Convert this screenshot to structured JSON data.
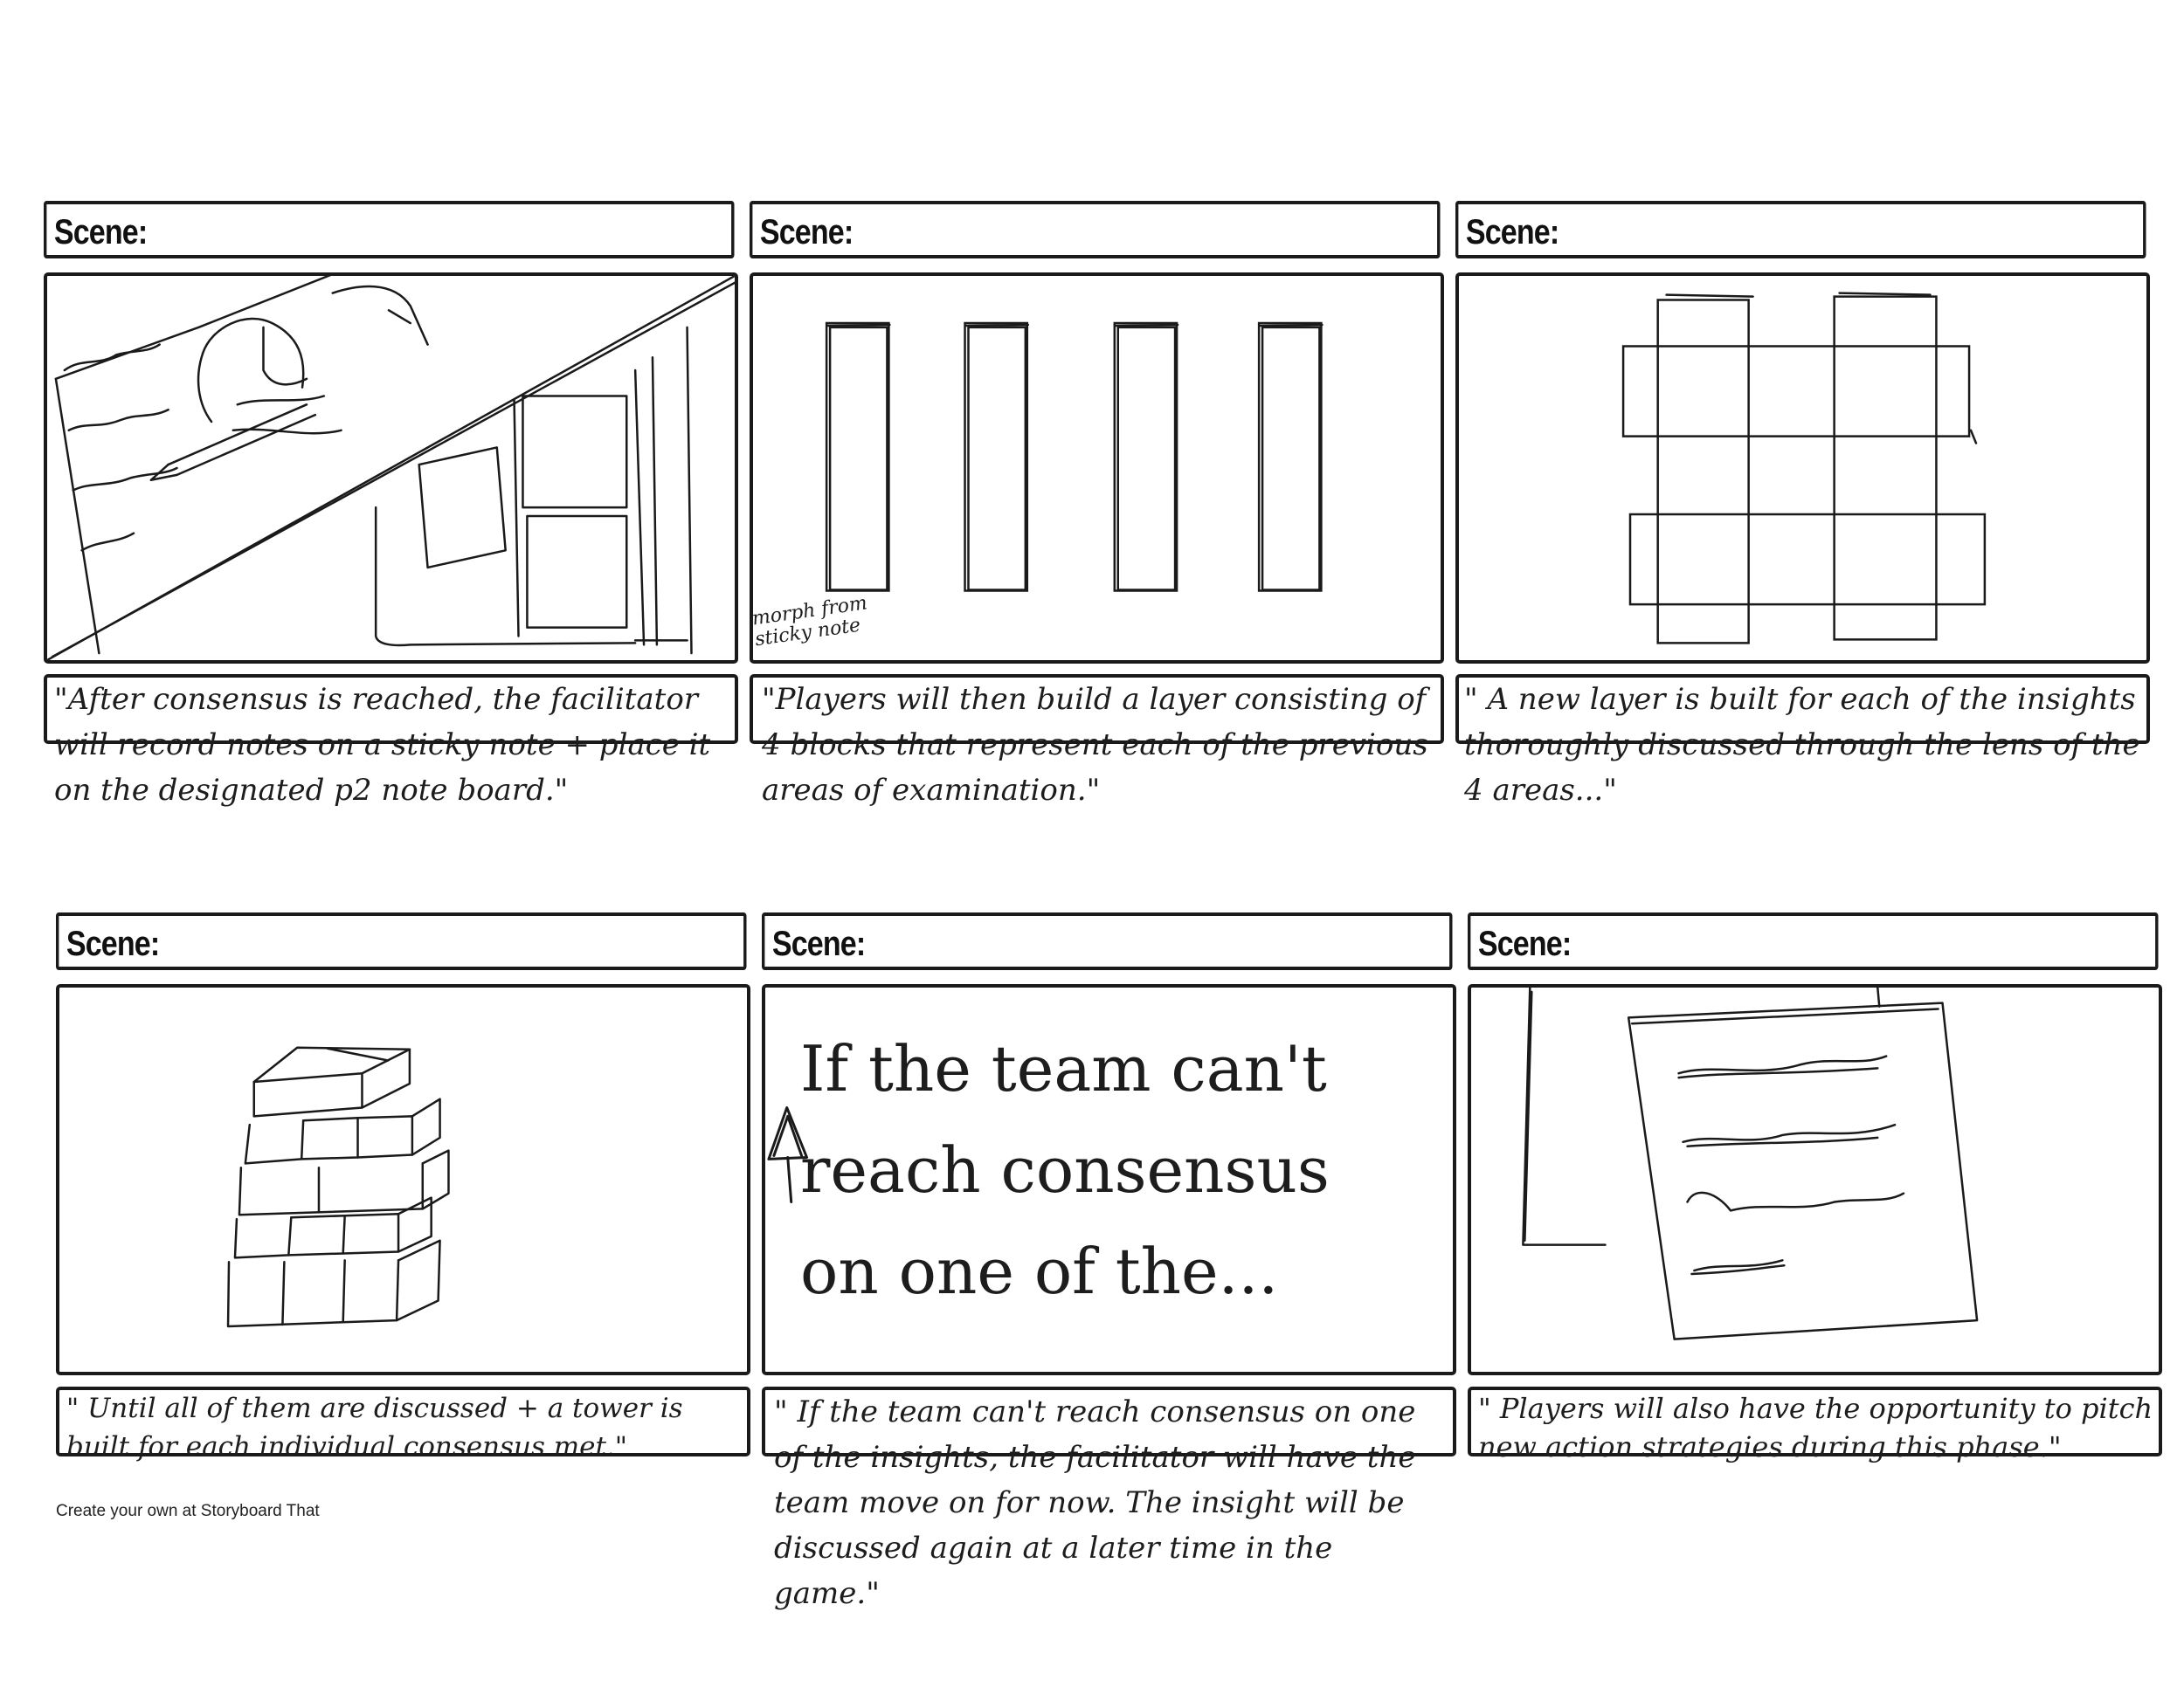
{
  "scene_label": "Scene:",
  "panels": [
    {
      "caption": "\"After consensus is reached, the facilitator will record notes on a sticky note + place it on the designated p2 note board.\""
    },
    {
      "caption": "\"Players will then build a layer consisting of 4 blocks that represent each of the previous areas of examination.\"",
      "annotation": "morph from sticky note"
    },
    {
      "caption": "\" A new layer is built for each of the insights thoroughly discussed through the lens of the 4 areas...\""
    },
    {
      "caption": "\" Until all of them are discussed + a tower is built for each individual consensus met.\""
    },
    {
      "caption": "\" If the team can't reach consensus on one of the insights, the facilitator will have the team move on for now. The insight will be discussed again at a later time in the game.\"",
      "drawing_text": "If the team can't reach consensus on one of the..."
    },
    {
      "caption": "\" Players will also have the opportunity to pitch new action strategies during this phase.\""
    }
  ],
  "footer": "Create your own at Storyboard That"
}
